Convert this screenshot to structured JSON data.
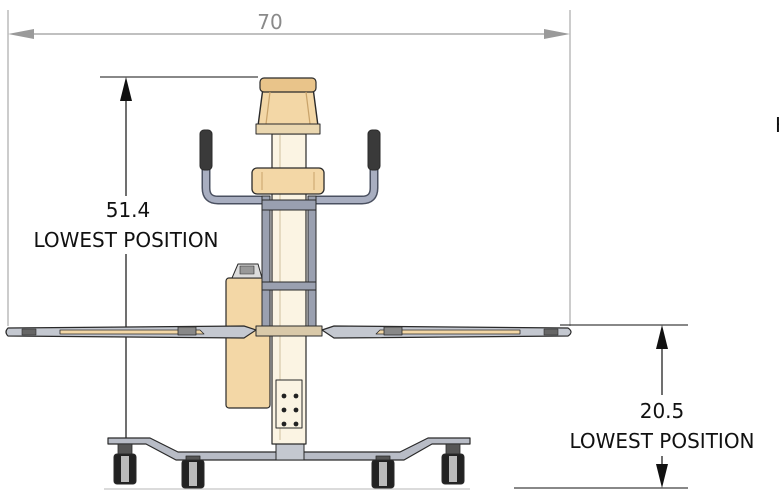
{
  "dimensions": {
    "width": {
      "value": "70"
    },
    "height_lowest": {
      "value": "51.4",
      "note": "LOWEST POSITION"
    },
    "base_height_lowest": {
      "value": "20.5",
      "note": "LOWEST POSITION"
    },
    "edge_fragment": "H"
  },
  "colors": {
    "dimension_line": "#8a8a8a",
    "metal": "#9aa0b0",
    "tan": "#f3d7a6",
    "dark": "#3a3a3a",
    "cream": "#fbf4e3"
  }
}
